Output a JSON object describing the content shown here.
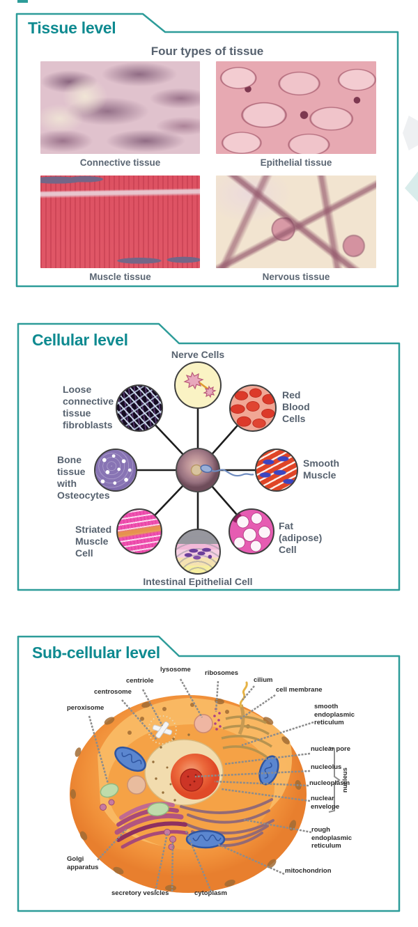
{
  "colors": {
    "border_teal": "#2d9c99",
    "title_teal": "#0e8a90",
    "label_gray": "#57626f",
    "organelle_label_color": "#2b2b2b"
  },
  "tissue_panel": {
    "title": "Tissue level",
    "heading": "Four types of tissue",
    "tissues": [
      {
        "label": "Connective tissue"
      },
      {
        "label": "Epithelial tissue"
      },
      {
        "label": "Muscle tissue"
      },
      {
        "label": "Nervous tissue"
      }
    ]
  },
  "cellular_panel": {
    "title": "Cellular level",
    "cell_labels": [
      {
        "label": "Nerve Cells"
      },
      {
        "label": "Loose\nconnective\ntissue\nfibroblasts"
      },
      {
        "label": "Red\nBlood\nCells"
      },
      {
        "label": "Bone\ntissue\nwith\nOsteocytes"
      },
      {
        "label": "Smooth\nMuscle"
      },
      {
        "label": "Striated\nMuscle\nCell"
      },
      {
        "label": "Fat\n(adipose)\nCell"
      },
      {
        "label": "Intestinal Epithelial Cell"
      }
    ]
  },
  "subcellular_panel": {
    "title": "Sub-cellular level",
    "organelle_labels": [
      {
        "text": "lysosome"
      },
      {
        "text": "ribosomes"
      },
      {
        "text": "cilium"
      },
      {
        "text": "centriole"
      },
      {
        "text": "centrosome"
      },
      {
        "text": "peroxisome"
      },
      {
        "text": "cell membrane"
      },
      {
        "text": "smooth\nendoplasmic\nreticulum"
      },
      {
        "text": "nuclear pore"
      },
      {
        "text": "nucleolus"
      },
      {
        "text": "nucleoplasm"
      },
      {
        "text": "nuclear\nenvelope"
      },
      {
        "text": "rough\nendoplasmic\nreticulum"
      },
      {
        "text": "mitochondrion"
      },
      {
        "text": "Golgi\napparatus"
      },
      {
        "text": "secretory vesicles"
      },
      {
        "text": "cytoplasm"
      },
      {
        "text": "nucleus"
      }
    ]
  }
}
